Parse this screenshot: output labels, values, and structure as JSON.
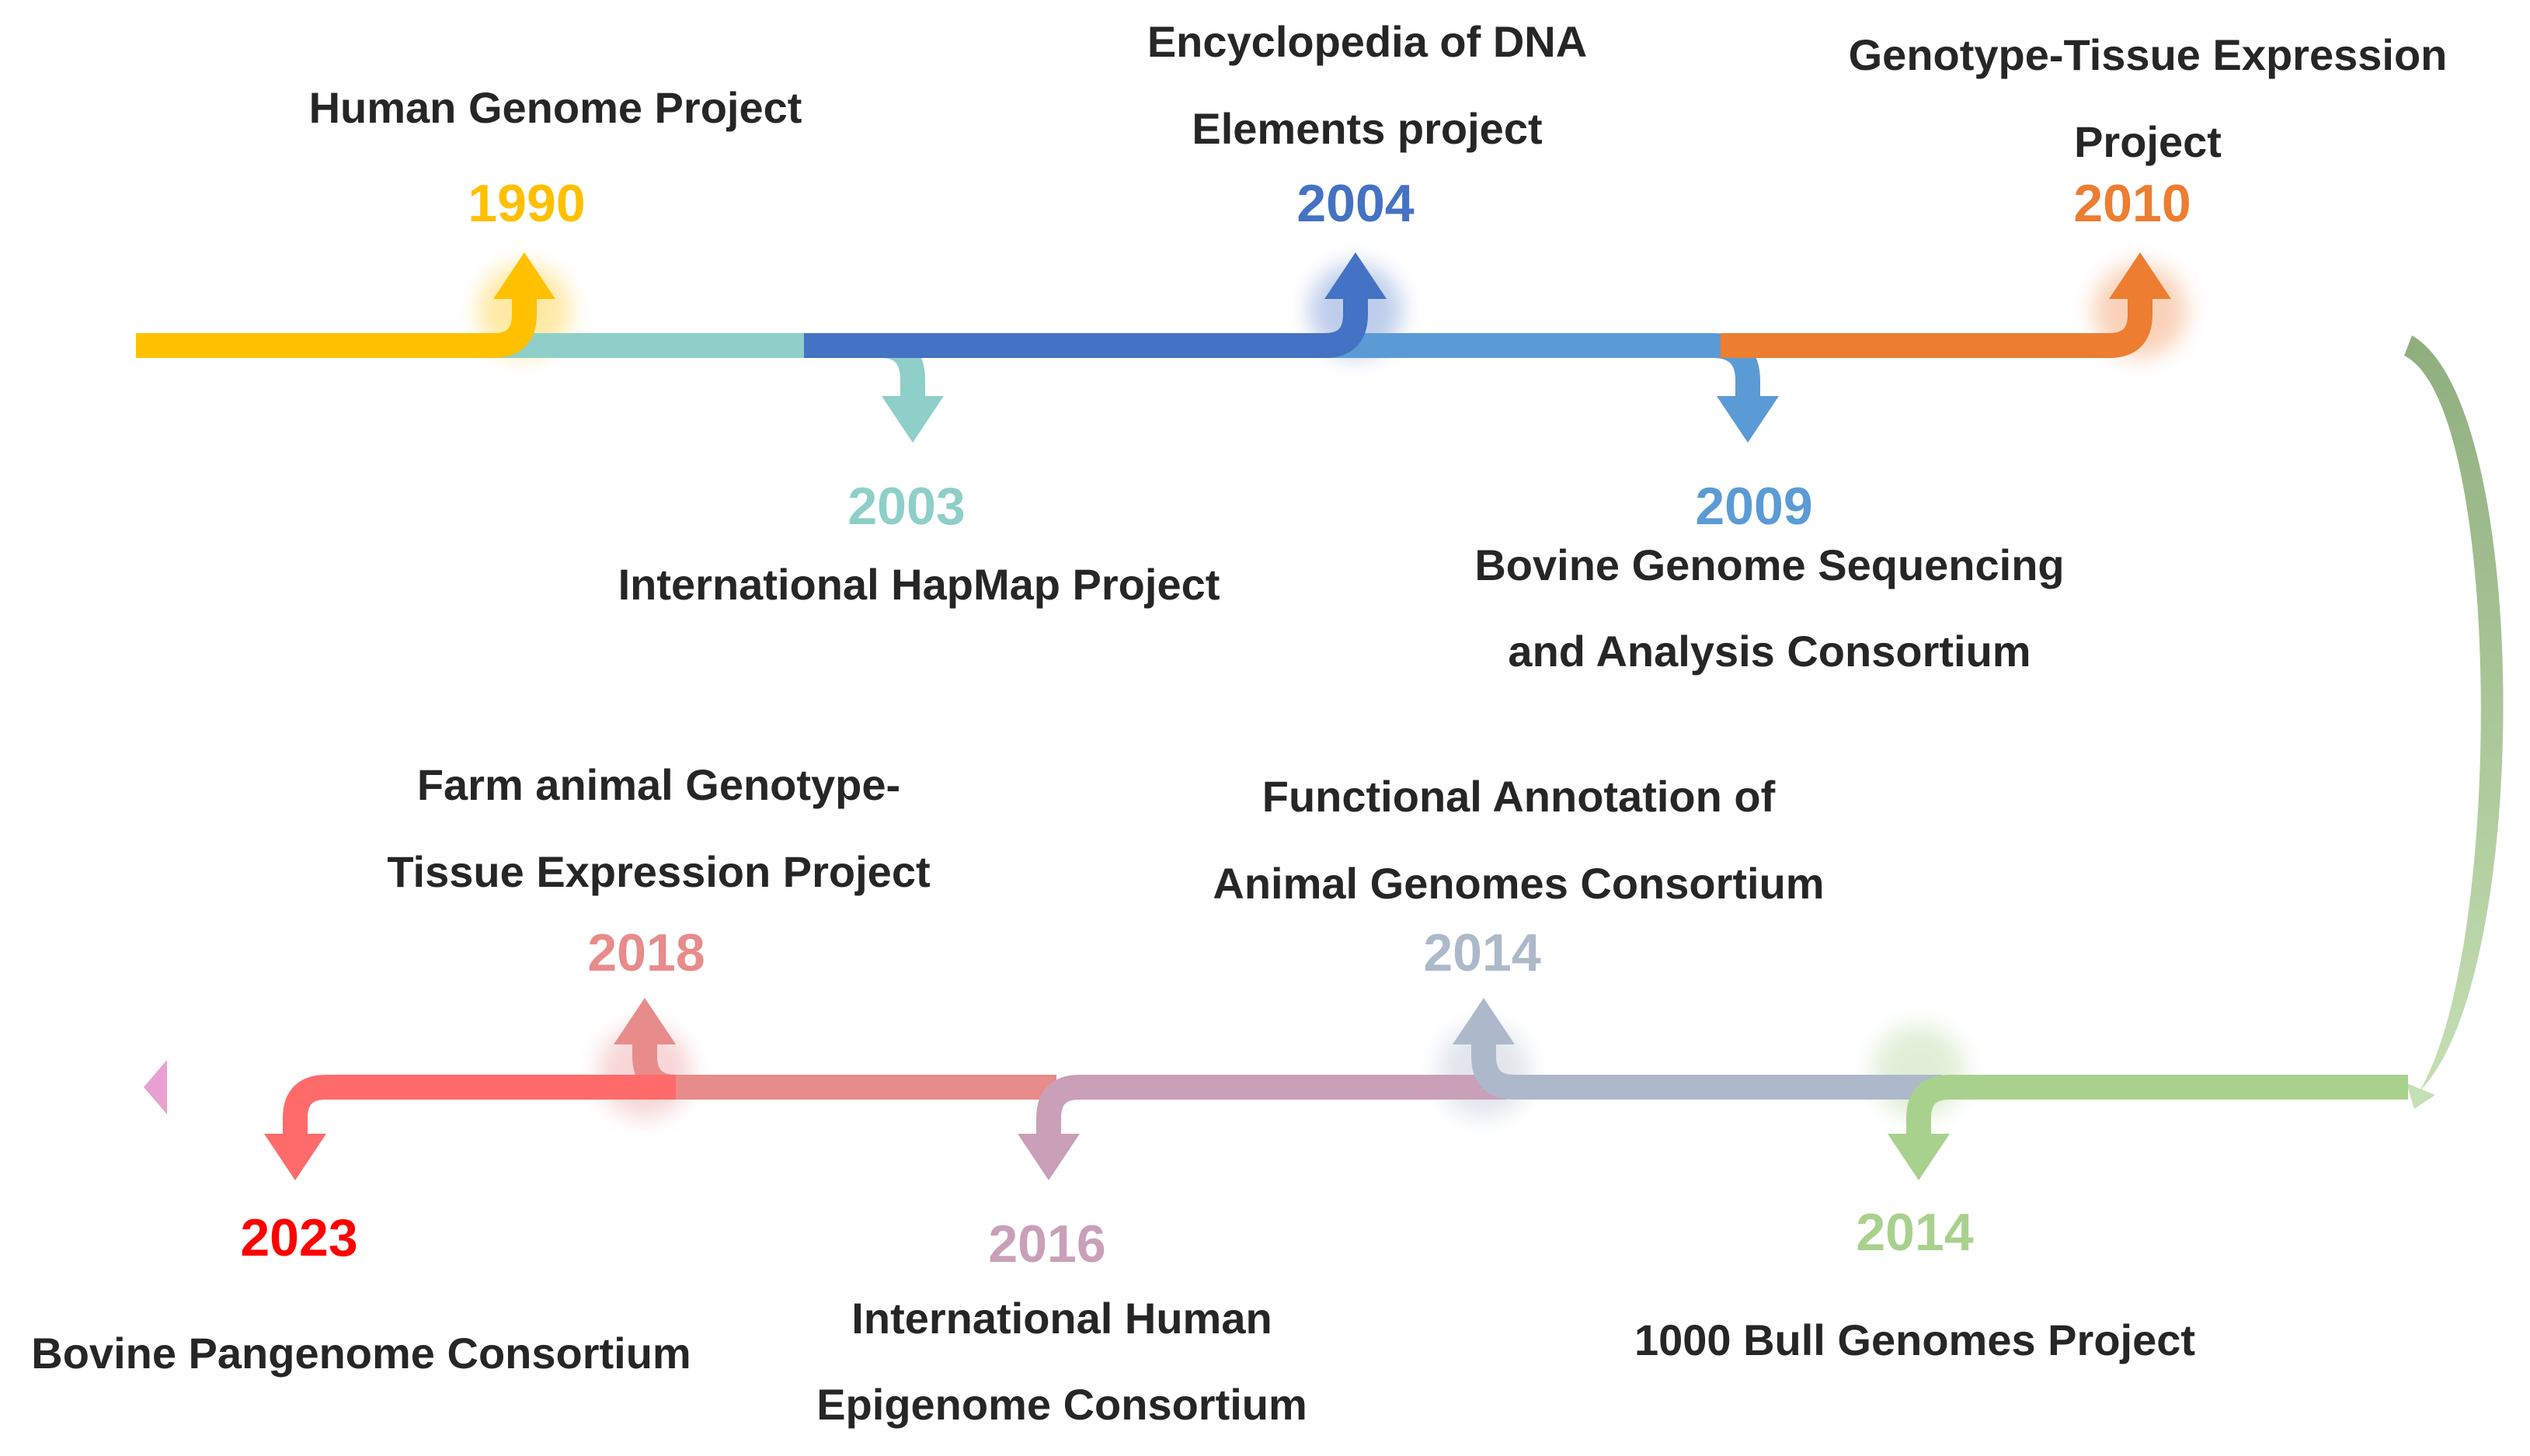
{
  "timeline": {
    "events": [
      {
        "id": "hgp",
        "year": "1990",
        "lines": [
          "Human Genome Project"
        ],
        "color": "#FFC000"
      },
      {
        "id": "hapmap",
        "year": "2003",
        "lines": [
          "International HapMap Project"
        ],
        "color": "#8ECFC9"
      },
      {
        "id": "encode",
        "year": "2004",
        "lines": [
          "Encyclopedia of DNA",
          "Elements project"
        ],
        "color": "#4472C4"
      },
      {
        "id": "bgsac",
        "year": "2009",
        "lines": [
          "Bovine Genome Sequencing",
          "and Analysis Consortium"
        ],
        "color": "#5B9BD5"
      },
      {
        "id": "gtex",
        "year": "2010",
        "lines": [
          "Genotype-Tissue Expression",
          "Project"
        ],
        "color": "#ED7D31"
      },
      {
        "id": "bull1000",
        "year": "2014",
        "lines": [
          "1000 Bull Genomes Project"
        ],
        "color": "#A9D18E"
      },
      {
        "id": "faang",
        "year": "2014",
        "lines": [
          "Functional Annotation of",
          "Animal Genomes Consortium"
        ],
        "color": "#ADB9CA"
      },
      {
        "id": "ihec",
        "year": "2016",
        "lines": [
          "International Human",
          "Epigenome Consortium"
        ],
        "color": "#C9A0B8"
      },
      {
        "id": "farmgtex",
        "year": "2018",
        "lines": [
          "Farm animal Genotype-",
          "Tissue Expression Project"
        ],
        "color": "#E88B8B"
      },
      {
        "id": "pangenome",
        "year": "2023",
        "lines": [
          "Bovine Pangenome Consortium"
        ],
        "color": "#FF0000"
      }
    ]
  }
}
